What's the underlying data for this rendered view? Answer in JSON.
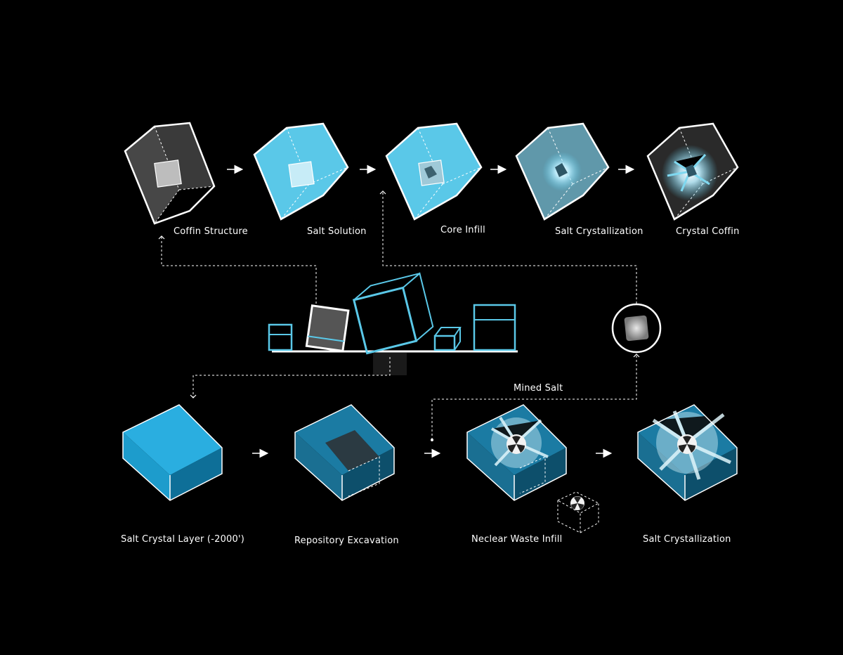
{
  "top_row": {
    "labels": [
      "Coffin Structure",
      "Salt Solution",
      "Core Infill",
      "Salt Crystallization",
      "Crystal Coffin"
    ]
  },
  "bottom_row": {
    "labels": [
      "Salt Crystal Layer (-2000')",
      "Repository Excavation",
      "Neclear Waste Infill",
      "Salt Crystallization"
    ]
  },
  "annotations": {
    "mined_salt": "Mined Salt"
  },
  "colors": {
    "background": "#000000",
    "outline": "#ffffff",
    "salt_blue": "#5ac8e8",
    "layer_blue": "#1a9fd0",
    "glow": "#bfefff"
  }
}
